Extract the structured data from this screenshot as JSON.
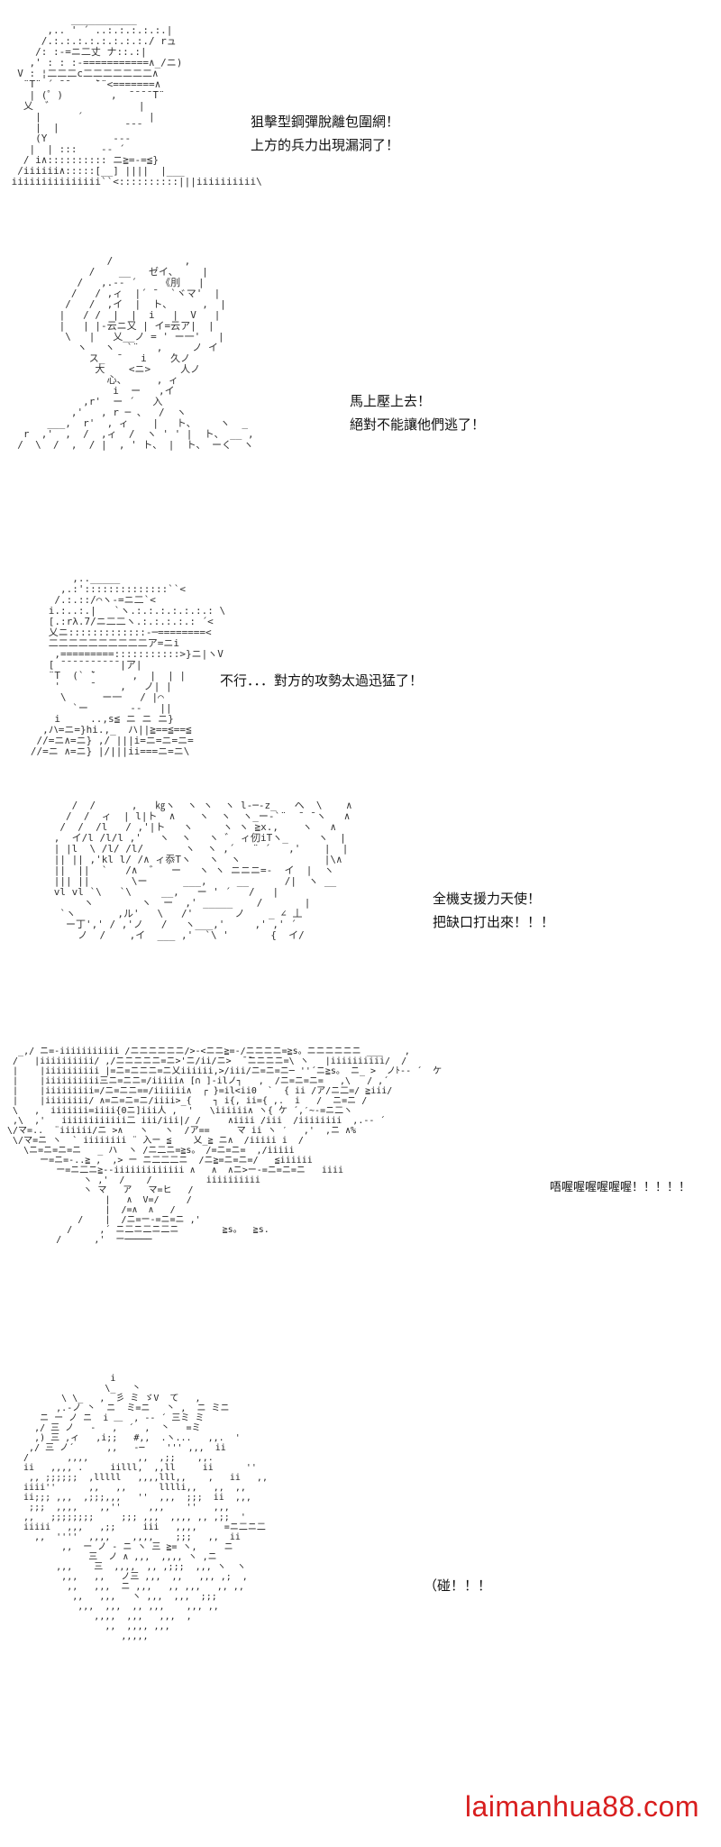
{
  "panels": [
    {
      "art": "           ___________\n       ,.. ' ´ ..:.:.:.:.:.|\n      /.:.:.:.:.:.:.:.:./ rュ\n     /: :-=ニ二丈 ナ::.:|\n    ,' : : :-===========∧_/ニ)\n  V : ¦二二二c二二二二二二二∧\n   ¨T¨ ´ ̄ ̄     ̄`¨<=======∧\n    | (゜)        ,  ̄ ̄ ̄ ̄ ̄T¨\n   乂  ゛              |\n     |      ´           |\n     |  |           ̄ ̄ ̄\n     (Y           ---\n    |  | :::    -- ´\n   / i∧:::::::::: ニ≧=-=≦}\n  /iiiiii∧:::::[__] ||||  |___\n iiiiiiiiiiiiiii``<::::::::::|||iiiiiiiiii\\",
      "lines": [
        "狙擊型鋼彈脫離包圍網！",
        "上方的兵力出現漏洞了！"
      ]
    },
    {
      "art": "                 /            ,\n              /    __   ゼイ、    |\n            /   ,.-‐ ´    《刖   |\n           /   / ,ィ  |´ ̄   `ヾマ'  |\n          /   /  ,イ  |  ト、     ,  |\n         |   / /  |  |  i   |  V   |\n         |   | |-云ニ又 | イ=云ア|  |\n          \\   |   乂__ノ = ' ー一'   |\n            ヽ   ヽ  `¨   ,     ノ イ\n              ス_  ̄    i    久ノ\n               大    <ニ>     人ノ\n                 心、     , ィ\n                  i  ー   ,イ\n             ,r'  ー ´   入\n           ,'   , r ─ 、  /  ヽ\n       ___,  r'  , ィ    |   ト、    ヽ  _\n   r  ,'  ,  /  ,ィ  /  ヽ ' ' |  ト、 __ ,\n  /  \\  /  ,  / |  , ' ト、 |  ト、 ーく  ヽ",
      "lines": [
        "馬上壓上去！",
        "絕對不能讓他們逃了！"
      ]
    },
    {
      "art": "          ,.._____\n        ,.:'::::::::::::::``<\n       /.:.::/⌒ヽ-=ニ二`<\n      i.:..:.|   `ヽ.:.:.:.:.:.:.: \\\n      [.:rλ.7/ニ二二ヽ.:.:.:.:.: ´<\n      乂ニ:::::::::::::-─========<\n      二二二二二二二二二二ア=ニi\n       ,=========:::::::::::>}ニ|ヽV\n      [ ̄ ̄ ̄ ̄ ̄ ̄ ̄ ̄ ̄ ̄ |ア|\n      ¨T  (` ̄`      ,  |  | |\n       '     ̄     ,   ノ| |\n        \\      ー一   / |⌒\n          `ー       --   ||\n       i     ..,s≦ ニ ニ ニ}\n     ,ハ=ニ=}hi.,_  ハ||≧==≦==≦\n    //=ニ∧=ニ} ,/ |||i=ニ=ニ=ニ=\n   //=ニ ∧=ニ} |/|||ii===ニ=ニ\\",
      "lines": [
        "不行．．．對方的攻勢太過迅猛了！"
      ]
    },
    {
      "art": "         /  /      ,   ㎏ヽ  ヽ ヽ  ヽ l‐─-z_   ヘ  \\    ∧\n        /  /  ィ  | l|ト  ∧    ヽ  ヽ  ヽ_ー‐`¨  ̄  ̄ ヽ   ∧\n       /  /  /l   / ,'|ト   ヽ     ヽ ヽ ≧x.,    ヽ   ∧\n      ,  イ/l /l/l ,'   ヽ  ヽ   ヽ ゛ ィ仞iTヽ_     ヽ  |\n      | |l  \\ /l/ /l/       ヽ  ヽ ,´   ¨ ´   ,'    |  |\n      || || ,'kl l/ /∧ ィ忝Tヽ   ヽ  ヽ              |\\∧\n      ||  ||  `   /∧  ゛  ー   ヽ ヽ ニニニ=-  イ  |  ヽ\n      ||| ||       \\ー      ___,     __      /|  ヽ __\n      vl vl `\\   `\\     __,   ー ' ´   /   |\n           ヽ        ヽ  ー  ,' _____    /       |\n       `ヽ       ,ル'   \\   /'       ノ    _ ∠ 丄\n        ー丁',' / ,'ノ   /   ヽ___,'     ,' ,' ´\n          ノ  /    ,イ  ___ ,'  `\\ '       {  イ/",
      "lines": [
        "全機支援力天使！",
        "把缺口打出來！！！"
      ]
    },
    {
      "art": "   _,/ ニ=-iiiiiiiiiii /ニニニニニニ/>-<ニニ≧=-/ニニニニ=≧s。ニニニニニニ ___    ,\n  /   |iiiiiiiiii/ ,/ニニニニニ=ニ>'ニ/ii/ニ>  ̄ ̄ニニニニ=\\ ヽ   |iiiiiiiiii/  /\n  |    |iiiiiiiiii |=ニ=ニニニ=ニ乂iiiiii,>/iii/ニ=ニ=ニ─ ''´ニ≧s。 ニ_ >  ノﾄ-‐ ´  ケ\n  |    |iiiiiiiiii三ニ=ニニ=/iiiii∧ [∩ ]-ilノ┐   ,  /ニ=ニ=ニ=   ,\\   / ,´\n  |    |iiiiiiiii=/ニ=ニニ==/iiiiii∧  ┌ }=il<ii0  `  { ii /ア/ニ二=/ ≧iii/\n  |    |iiiiiiii/ ∧=ニ=ニ=ニ/iiii>_{    ┐ i{, ii={ ,.  i   /  ニ=ニ /\n  \\   ,  iiiiiii=iiii{0ニ]iii人 ,  '   \\iiiiii∧ ヽ{ ケ ´,′~-=ニ二ヽ\n  ,\\  ,'   iiiiiiiiiiii二 iii/iii|/ /     ∧iiii /iii  /iiiiiiii  ,.-‐ ´\n \\/マ=..  ¨iiiiii/ニ >∧   ヽ   ヽ  /ア==     マ ii ヽ ′   ,'  ,ニ ∧%\n  \\/マ=ニ ヽ  ` iiiiiiii ¨ 入ー ≦    乂_≧ ニ∧  /iiiii i  /\n    \\ニ=ニ=ニ=ニ   _ ハ  ヽ /ニ二ニ=≧s。 /=ニ=ニ=  ,/iiiii\n       ー=ニ=-..≧ ,  ,> ー ニ二二二ニ  /ニ≧=ニ=ニ=/   ≦iiiiii\n          ー=ニ二ニ≧‐-iiiiiiiiiiiii ∧   ∧  ∧ニ>ー‐=ニ=ニ=ニ   iiii\n               ヽ ,'  /    /          iiiiiiiiii\n               ヽ マ   ア   マ=ヒ   /\n                   |   ∧  V=/     /\n                   |  /=∧  ∧   /\n              /    |  /ニ=ー-=ニ=ニ ,'\n            /     ,´ ニ二ニ二ニ二ニ        ≧s。  ≧s.\n          /      ,'  ー─────      ",
      "lines": [
        "唔喔喔喔喔喔喔！！！！！"
      ]
    },
    {
      "art": "                  i\n                 \\_   丶\n         \\ \\_   ,  彡 ミ ゞV  て   ,\n        ,.-ノ 丶  ニ  ミ=ニ   丶 ,  ニ ミニ\n     ニ ー ノ ニ  i ＿  , -‐ ´ 三ミ ミ\n    ,/ 三 ノ   ‐   ,  ´  ,  丶   =ミ\n    ,) 三 ,ィ   ,i;;   #,,  .ヽ...   ,,.  '\n   ,/ 三 ノ´      ,,   ‐─    ''' ,,,  ii\n  /       ,,,,         ,,  ,;;    ,,.\n  ii   ,,,, .     iilll,  ,,ll     ii      ''\n   ,, ;;;;;;  ,lllll   ,,,,lll,,    ,   ii   ,,\n  iiii''      ,,   ,,      lllli,,   ,,  ,,\n  ii;;; ,,,  ,;;;,,,   ''  ,,,  ;;;  ii  ,,,\n   ;;;  ,,,,    ,,''     ,,,    ''   ,,,\n  ,,   ;;;;;;;;     ;;; ,,,  ,,,, ,, ,;;  '\n  iiiii   ,,,   ,;;     iii   ,,,,     =ニ二ニ二\n    ,,  ''''  ,,,,    ,,,,    ;;;   ,,  ii\n         ,,  ー ノ ‐ ニ ヽ 三 ≧= ヽ,     ニ\n              三  ノ ∧ ,,,  ,,,, ヽ ,ニ\n        ,,,    三  ,,,,  ,, ,;;;  ,,, ヽ  ヽ\n         ,,,   ,,   ノ三 ,,,  ,,   ,,, ,;  ,\n          ,,   ,,,  ニ ,,,   ,, ,,,   ,, ,,\n           ,,   ,,,   ヽ ,,,  ,,,  ;;;\n            ,,,  ,,,  ,, ,,,    ,,, ,,\n               ,,,,  ,,,   ,,,  ,\n                 ,,  ,,,, ,,,\n                    ,,,,,",
      "lines": [
        "（碰！！！"
      ]
    }
  ],
  "watermark": "laimanhua88.com",
  "colors": {
    "background": "#ffffff",
    "text": "#111111",
    "art": "#333333",
    "watermark": "#d81e1e"
  }
}
